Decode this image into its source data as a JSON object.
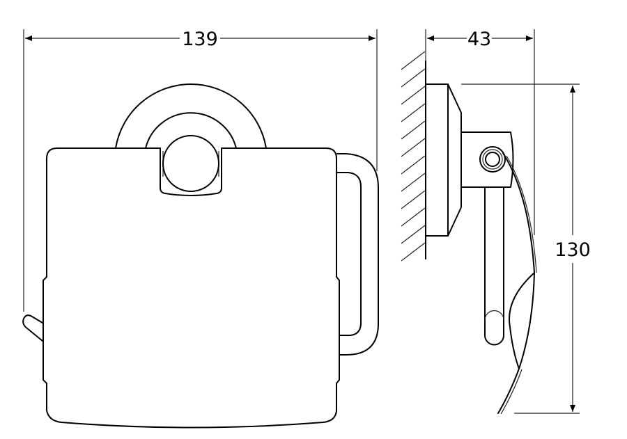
{
  "drawing": {
    "front_view": {
      "width_dimension": "139"
    },
    "side_view": {
      "depth_dimension": "43",
      "height_dimension": "130"
    },
    "colors": {
      "line": "#000000",
      "background": "#ffffff"
    }
  }
}
